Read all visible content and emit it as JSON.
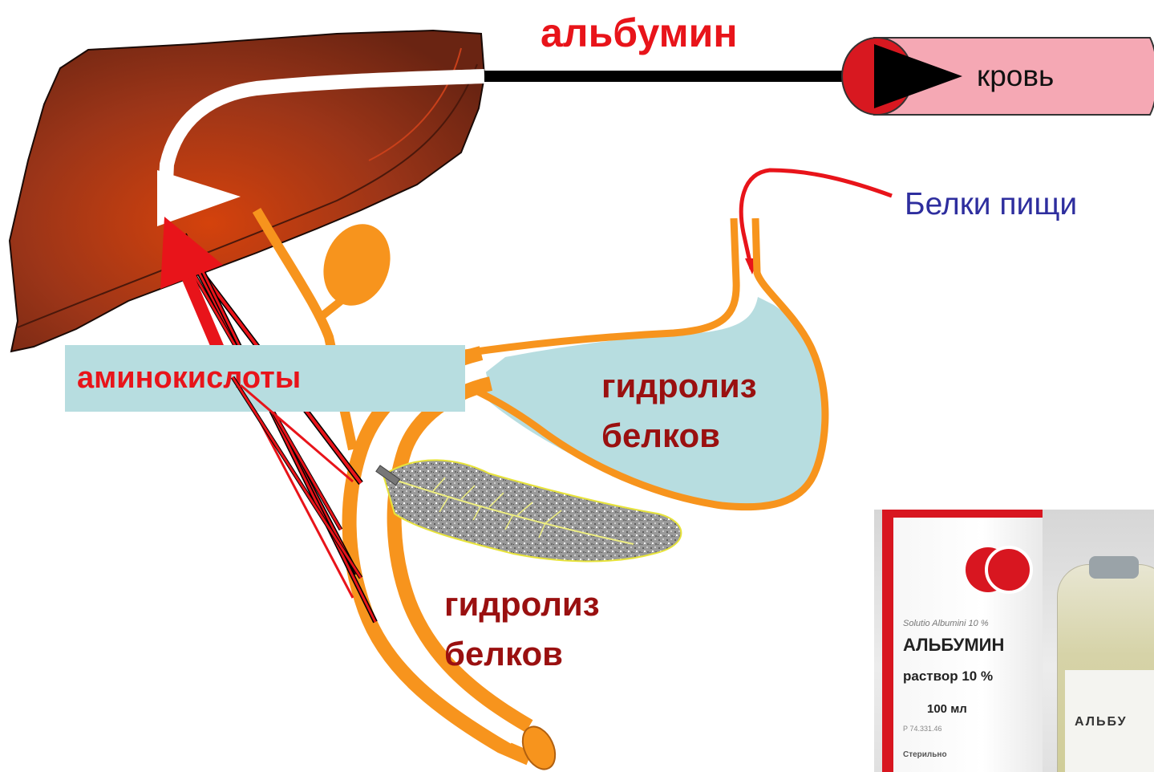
{
  "labels": {
    "albumin": "альбумин",
    "blood": "кровь",
    "food_proteins": "Белки пищи",
    "amino_acids": "аминокислоты",
    "gastric_hydrolysis": [
      "гидролиз",
      "белков"
    ],
    "intestinal_hydrolysis": [
      "гидролиз",
      "белков"
    ]
  },
  "product": {
    "latin_name": "Solutio Albumini 10 %",
    "name": "АЛЬБУМИН",
    "concentration": "раствор 10 %",
    "volume": "100 мл",
    "registration": "Р 74.331.46",
    "sterile": "Стерильно",
    "bottle_label": "АЛЬБУ"
  },
  "colors": {
    "liver": "#7a2a14",
    "liver_highlight": "#d4420c",
    "tract": "#f7941d",
    "stomach_fill": "#b7dde0",
    "label_red": "#e8141a",
    "label_dark_red": "#9a1010",
    "food_label": "#2e2e9e",
    "vessel": "#f5a8b4"
  }
}
